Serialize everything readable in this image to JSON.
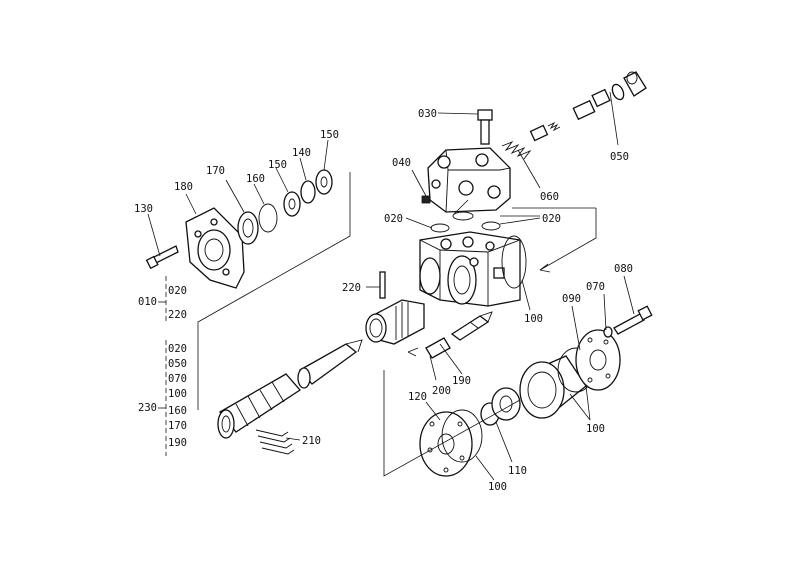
{
  "callouts": {
    "c030": "030",
    "c040": "040",
    "c050": "050",
    "c060": "060",
    "c020a": "020",
    "c020b": "020",
    "c100a": "100",
    "c070": "070",
    "c080": "080",
    "c090": "090",
    "c100b": "100",
    "c100c": "100",
    "c110": "110",
    "c120": "120",
    "c190": "190",
    "c200": "200",
    "c210": "210",
    "c220": "220",
    "c130": "130",
    "c180": "180",
    "c170": "170",
    "c160": "160",
    "c150a": "150",
    "c140": "140",
    "c150b": "150"
  },
  "groups": {
    "g010": {
      "label": "010",
      "items": [
        "020",
        "220"
      ]
    },
    "g230": {
      "label": "230",
      "items": [
        "020",
        "050",
        "070",
        "100",
        "160",
        "170",
        "190"
      ]
    }
  }
}
